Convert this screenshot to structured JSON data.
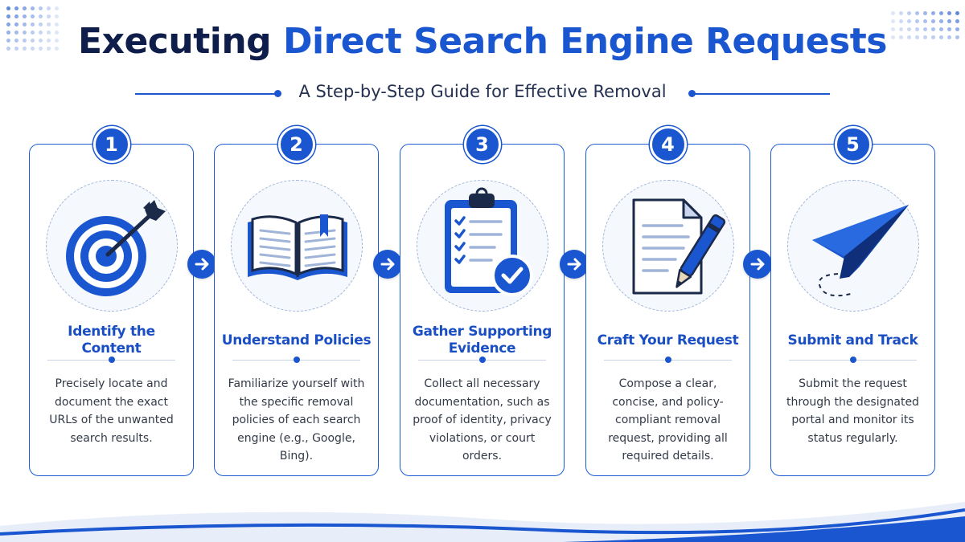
{
  "header": {
    "title_part1": "Executing ",
    "title_part2": "Direct Search Engine Requests",
    "subtitle": "A Step-by-Step Guide for Effective Removal"
  },
  "colors": {
    "primary": "#1a56cf",
    "title_dark": "#0f1d4a",
    "step_title": "#1a4fc4",
    "icon_light": "#e4ecfa"
  },
  "steps": [
    {
      "number": "1",
      "icon": "target-icon",
      "title": "Identify the Content",
      "description": "Precisely locate and document the exact URLs of the unwanted search results."
    },
    {
      "number": "2",
      "icon": "open-book-icon",
      "title": "Understand Policies",
      "description": "Familiarize yourself with the specific removal policies of each search engine (e.g., Google, Bing)."
    },
    {
      "number": "3",
      "icon": "clipboard-checklist-icon",
      "title": "Gather Supporting Evidence",
      "description": "Collect all necessary documentation, such as proof of identity, privacy violations, or court orders."
    },
    {
      "number": "4",
      "icon": "document-pen-icon",
      "title": "Craft Your Request",
      "description": "Compose a clear, concise, and policy-compliant removal request, providing all required details."
    },
    {
      "number": "5",
      "icon": "paper-plane-icon",
      "title": "Submit and Track",
      "description": "Submit the request through the designated portal and monitor its status regularly."
    }
  ],
  "connectors": [
    "arrow-right-icon",
    "arrow-right-icon",
    "arrow-right-icon",
    "arrow-right-icon"
  ]
}
